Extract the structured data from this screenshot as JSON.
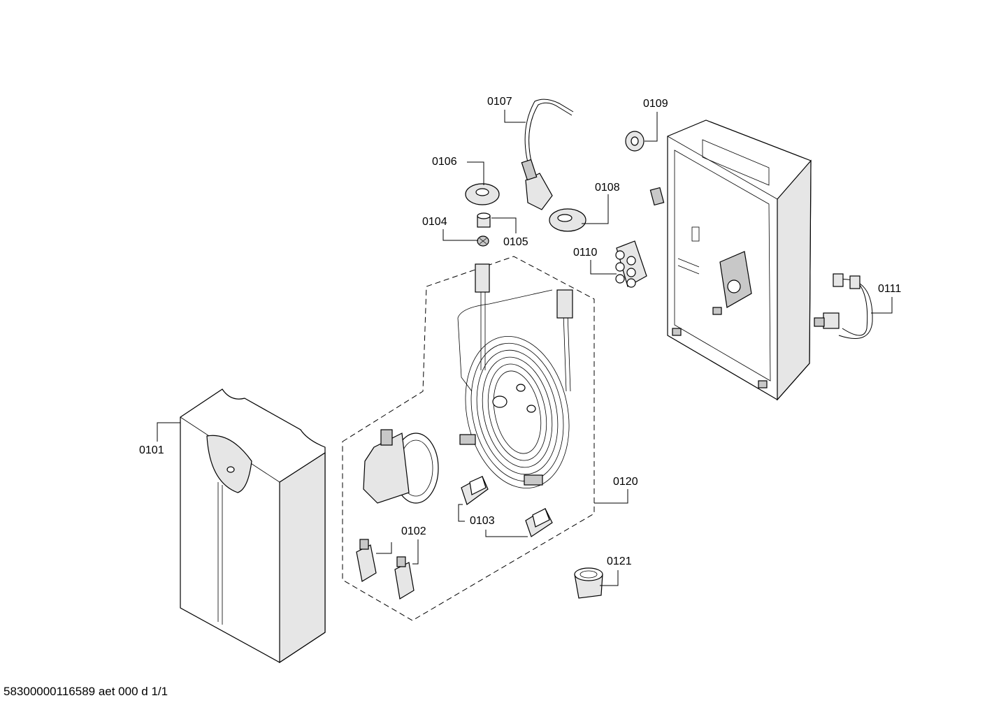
{
  "labels": {
    "p0101": "0101",
    "p0102": "0102",
    "p0103": "0103",
    "p0104": "0104",
    "p0105": "0105",
    "p0106": "0106",
    "p0107": "0107",
    "p0108": "0108",
    "p0109": "0109",
    "p0110": "0110",
    "p0111": "0111",
    "p0120": "0120",
    "p0121": "0121"
  },
  "footer": "58300000116589 aet 000 d 1/1"
}
